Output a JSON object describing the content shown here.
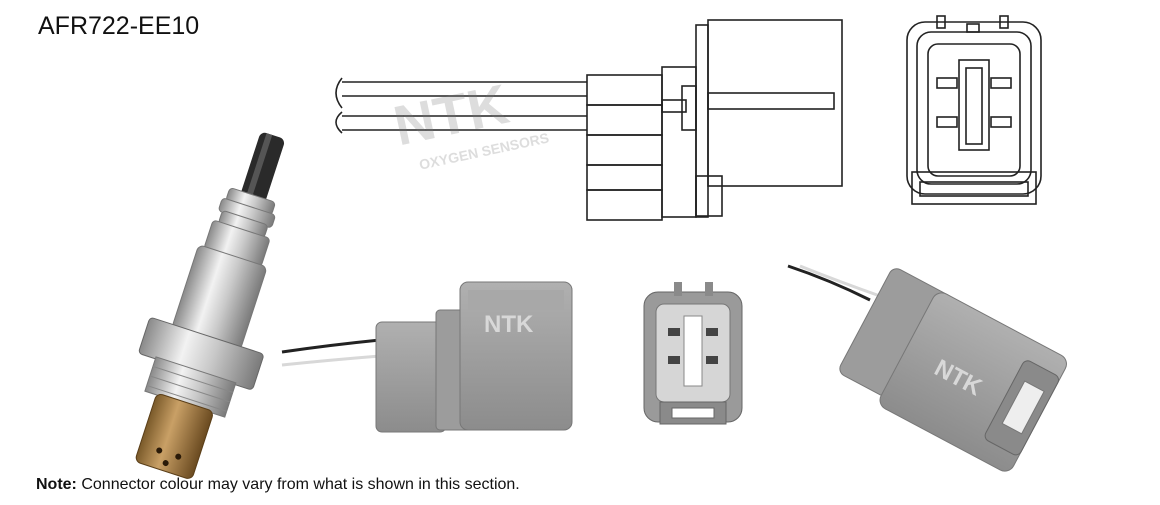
{
  "header": {
    "part_number": "AFR722-EE10"
  },
  "drawing": {
    "watermark_brand": "NTK",
    "watermark_sub": "OXYGEN SENSORS"
  },
  "photos": {
    "connector_brand": "NTK"
  },
  "footer": {
    "note_label": "Note:",
    "note_text": " Connector colour may vary from what is shown in this section."
  }
}
